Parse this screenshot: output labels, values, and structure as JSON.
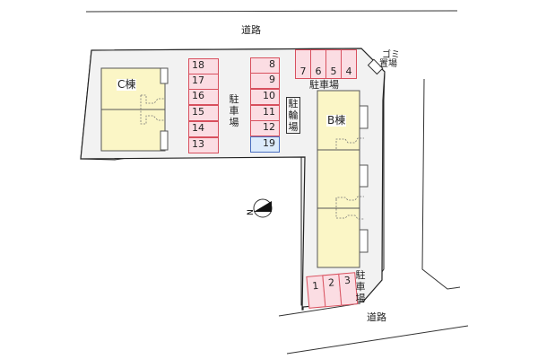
{
  "roads": {
    "north_label": "道路",
    "south_label": "道路"
  },
  "buildings": {
    "c": {
      "label": "C棟"
    },
    "b": {
      "label": "B棟"
    }
  },
  "parking": {
    "west_label": "駐車場",
    "north_label": "駐車場",
    "south_label": "駐車場",
    "column_left": [
      "18",
      "17",
      "16",
      "15",
      "14",
      "13"
    ],
    "column_right": [
      "8",
      "9",
      "10",
      "11",
      "12",
      "19"
    ],
    "row_north": [
      "7",
      "6",
      "5",
      "4"
    ],
    "row_south": [
      "1",
      "2",
      "3"
    ],
    "highlighted_stall": "19"
  },
  "bicycle_parking": {
    "label": "駐輪場"
  },
  "garbage": {
    "label_line1": "ゴミ",
    "label_line2": "置場"
  },
  "compass": {
    "letter": "N"
  },
  "colors": {
    "lot_fill": "#f2f2f2",
    "building_fill": "#fbf6c6",
    "stall_fill": "#fbdde3",
    "stall_border": "#d8505e",
    "highlight_fill": "#dcebfb",
    "highlight_border": "#4a6fc0"
  }
}
